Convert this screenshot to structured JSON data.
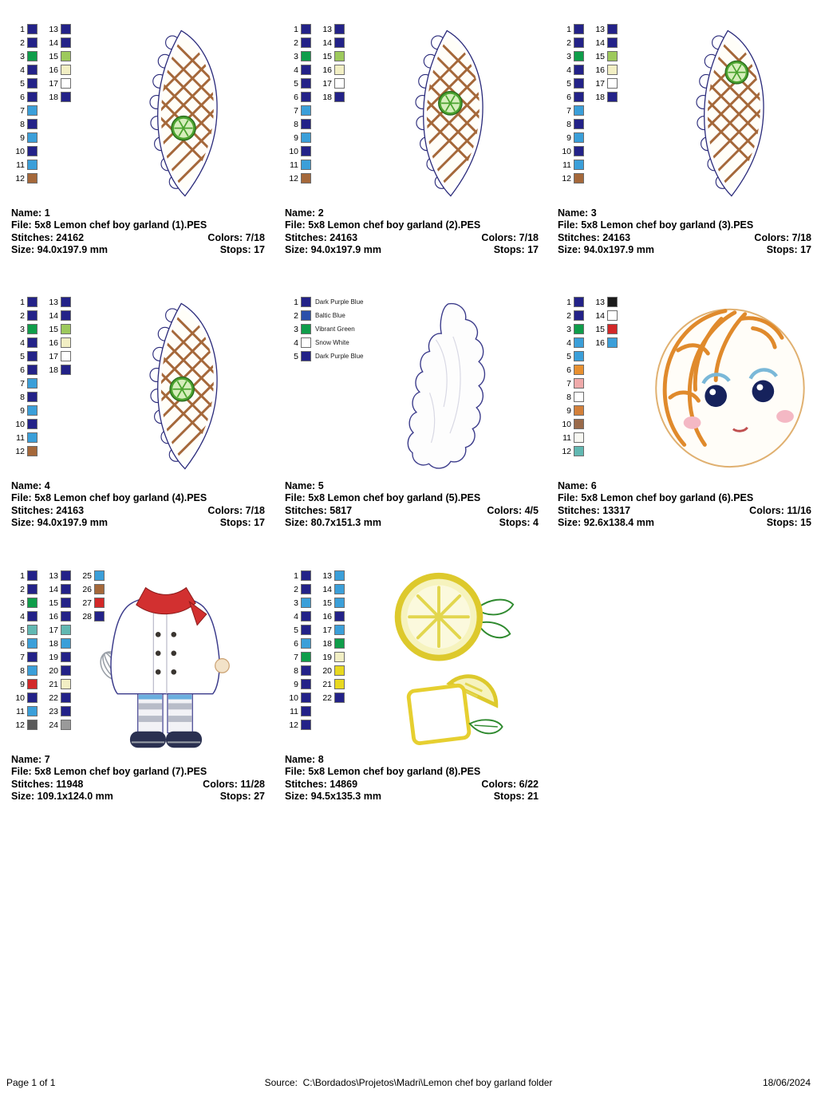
{
  "labels": {
    "name": "Name:",
    "file": "File:",
    "stitches": "Stitches:",
    "colors": "Colors:",
    "size": "Size:",
    "stops": "Stops:"
  },
  "footer": {
    "page": "Page 1 of 1",
    "source_label": "Source:",
    "source_path": "C:\\Bordados\\Projetos\\Madri\\Lemon chef boy garland folder",
    "date": "18/06/2024"
  },
  "designs": [
    {
      "name": "1",
      "file": "5x8 Lemon chef boy garland (1).PES",
      "stitches": "24162",
      "colors": "7/18",
      "size": "94.0x197.9 mm",
      "stops": "17",
      "thumbnail": "garland-segment-lattice-lime",
      "palette": [
        {
          "n": 1,
          "c": "#232288"
        },
        {
          "n": 2,
          "c": "#232288"
        },
        {
          "n": 3,
          "c": "#0f9d4a"
        },
        {
          "n": 4,
          "c": "#232288"
        },
        {
          "n": 5,
          "c": "#232288"
        },
        {
          "n": 6,
          "c": "#232288"
        },
        {
          "n": 7,
          "c": "#3b9fd9"
        },
        {
          "n": 8,
          "c": "#232288"
        },
        {
          "n": 9,
          "c": "#3b9fd9"
        },
        {
          "n": 10,
          "c": "#232288"
        },
        {
          "n": 11,
          "c": "#3b9fd9"
        },
        {
          "n": 12,
          "c": "#a5683a"
        },
        {
          "n": 13,
          "c": "#232288"
        },
        {
          "n": 14,
          "c": "#232288"
        },
        {
          "n": 15,
          "c": "#9dc95c"
        },
        {
          "n": 16,
          "c": "#f2efc4"
        },
        {
          "n": 17,
          "c": "#ffffff"
        },
        {
          "n": 18,
          "c": "#232288"
        }
      ]
    },
    {
      "name": "2",
      "file": "5x8 Lemon chef boy garland (2).PES",
      "stitches": "24163",
      "colors": "7/18",
      "size": "94.0x197.9 mm",
      "stops": "17",
      "thumbnail": "garland-segment-lattice-lime",
      "palette": [
        {
          "n": 1,
          "c": "#232288"
        },
        {
          "n": 2,
          "c": "#232288"
        },
        {
          "n": 3,
          "c": "#0f9d4a"
        },
        {
          "n": 4,
          "c": "#232288"
        },
        {
          "n": 5,
          "c": "#232288"
        },
        {
          "n": 6,
          "c": "#232288"
        },
        {
          "n": 7,
          "c": "#3b9fd9"
        },
        {
          "n": 8,
          "c": "#232288"
        },
        {
          "n": 9,
          "c": "#3b9fd9"
        },
        {
          "n": 10,
          "c": "#232288"
        },
        {
          "n": 11,
          "c": "#3b9fd9"
        },
        {
          "n": 12,
          "c": "#a5683a"
        },
        {
          "n": 13,
          "c": "#232288"
        },
        {
          "n": 14,
          "c": "#232288"
        },
        {
          "n": 15,
          "c": "#9dc95c"
        },
        {
          "n": 16,
          "c": "#f2efc4"
        },
        {
          "n": 17,
          "c": "#ffffff"
        },
        {
          "n": 18,
          "c": "#232288"
        }
      ]
    },
    {
      "name": "3",
      "file": "5x8 Lemon chef boy garland (3).PES",
      "stitches": "24163",
      "colors": "7/18",
      "size": "94.0x197.9 mm",
      "stops": "17",
      "thumbnail": "garland-segment-lattice-lime",
      "palette": [
        {
          "n": 1,
          "c": "#232288"
        },
        {
          "n": 2,
          "c": "#232288"
        },
        {
          "n": 3,
          "c": "#0f9d4a"
        },
        {
          "n": 4,
          "c": "#232288"
        },
        {
          "n": 5,
          "c": "#232288"
        },
        {
          "n": 6,
          "c": "#232288"
        },
        {
          "n": 7,
          "c": "#3b9fd9"
        },
        {
          "n": 8,
          "c": "#232288"
        },
        {
          "n": 9,
          "c": "#3b9fd9"
        },
        {
          "n": 10,
          "c": "#232288"
        },
        {
          "n": 11,
          "c": "#3b9fd9"
        },
        {
          "n": 12,
          "c": "#a5683a"
        },
        {
          "n": 13,
          "c": "#232288"
        },
        {
          "n": 14,
          "c": "#232288"
        },
        {
          "n": 15,
          "c": "#9dc95c"
        },
        {
          "n": 16,
          "c": "#f2efc4"
        },
        {
          "n": 17,
          "c": "#ffffff"
        },
        {
          "n": 18,
          "c": "#232288"
        }
      ]
    },
    {
      "name": "4",
      "file": "5x8 Lemon chef boy garland (4).PES",
      "stitches": "24163",
      "colors": "7/18",
      "size": "94.0x197.9 mm",
      "stops": "17",
      "thumbnail": "garland-segment-lattice-lime",
      "palette": [
        {
          "n": 1,
          "c": "#232288"
        },
        {
          "n": 2,
          "c": "#232288"
        },
        {
          "n": 3,
          "c": "#0f9d4a"
        },
        {
          "n": 4,
          "c": "#232288"
        },
        {
          "n": 5,
          "c": "#232288"
        },
        {
          "n": 6,
          "c": "#232288"
        },
        {
          "n": 7,
          "c": "#3b9fd9"
        },
        {
          "n": 8,
          "c": "#232288"
        },
        {
          "n": 9,
          "c": "#3b9fd9"
        },
        {
          "n": 10,
          "c": "#232288"
        },
        {
          "n": 11,
          "c": "#3b9fd9"
        },
        {
          "n": 12,
          "c": "#a5683a"
        },
        {
          "n": 13,
          "c": "#232288"
        },
        {
          "n": 14,
          "c": "#232288"
        },
        {
          "n": 15,
          "c": "#9dc95c"
        },
        {
          "n": 16,
          "c": "#f2efc4"
        },
        {
          "n": 17,
          "c": "#ffffff"
        },
        {
          "n": 18,
          "c": "#232288"
        }
      ]
    },
    {
      "name": "5",
      "file": "5x8 Lemon chef boy garland (5).PES",
      "stitches": "5817",
      "colors": "4/5",
      "size": "80.7x151.3 mm",
      "stops": "4",
      "thumbnail": "chef-hat-outline",
      "palette": [
        {
          "n": 1,
          "c": "#232288",
          "label": "Dark Purple Blue"
        },
        {
          "n": 2,
          "c": "#2b4faa",
          "label": "Baltic Blue"
        },
        {
          "n": 3,
          "c": "#0f9d4a",
          "label": "Vibrant Green"
        },
        {
          "n": 4,
          "c": "#ffffff",
          "label": "Snow White"
        },
        {
          "n": 5,
          "c": "#232288",
          "label": "Dark Purple Blue"
        }
      ]
    },
    {
      "name": "6",
      "file": "5x8 Lemon chef boy garland (6).PES",
      "stitches": "13317",
      "colors": "11/16",
      "size": "92.6x138.4 mm",
      "stops": "15",
      "thumbnail": "boy-face-orange-hair",
      "palette": [
        {
          "n": 1,
          "c": "#232288"
        },
        {
          "n": 2,
          "c": "#232288"
        },
        {
          "n": 3,
          "c": "#0f9d4a"
        },
        {
          "n": 4,
          "c": "#3b9fd9"
        },
        {
          "n": 5,
          "c": "#3b9fd9"
        },
        {
          "n": 6,
          "c": "#e89030"
        },
        {
          "n": 7,
          "c": "#efaaaa"
        },
        {
          "n": 8,
          "c": "#ffffff"
        },
        {
          "n": 9,
          "c": "#d3803a"
        },
        {
          "n": 10,
          "c": "#9a6a4a"
        },
        {
          "n": 11,
          "c": "#f8f8f2"
        },
        {
          "n": 12,
          "c": "#62b8b2"
        },
        {
          "n": 13,
          "c": "#1a1a1a"
        },
        {
          "n": 14,
          "c": "#ffffff"
        },
        {
          "n": 15,
          "c": "#d22828"
        },
        {
          "n": 16,
          "c": "#3b9fd9"
        }
      ]
    },
    {
      "name": "7",
      "file": "5x8 Lemon chef boy garland (7).PES",
      "stitches": "11948",
      "colors": "11/28",
      "size": "109.1x124.0 mm",
      "stops": "27",
      "thumbnail": "chef-uniform-whisk",
      "palette": [
        {
          "n": 1,
          "c": "#232288"
        },
        {
          "n": 2,
          "c": "#232288"
        },
        {
          "n": 3,
          "c": "#0f9d4a"
        },
        {
          "n": 4,
          "c": "#232288"
        },
        {
          "n": 5,
          "c": "#62b8b2"
        },
        {
          "n": 6,
          "c": "#3b9fd9"
        },
        {
          "n": 7,
          "c": "#232288"
        },
        {
          "n": 8,
          "c": "#3b9fd9"
        },
        {
          "n": 9,
          "c": "#d22828"
        },
        {
          "n": 10,
          "c": "#232288"
        },
        {
          "n": 11,
          "c": "#3b9fd9"
        },
        {
          "n": 12,
          "c": "#5a5a5a"
        },
        {
          "n": 13,
          "c": "#232288"
        },
        {
          "n": 14,
          "c": "#232288"
        },
        {
          "n": 15,
          "c": "#232288"
        },
        {
          "n": 16,
          "c": "#232288"
        },
        {
          "n": 17,
          "c": "#62b8b2"
        },
        {
          "n": 18,
          "c": "#3b9fd9"
        },
        {
          "n": 19,
          "c": "#232288"
        },
        {
          "n": 20,
          "c": "#232288"
        },
        {
          "n": 21,
          "c": "#f2efc4"
        },
        {
          "n": 22,
          "c": "#232288"
        },
        {
          "n": 23,
          "c": "#232288"
        },
        {
          "n": 24,
          "c": "#9a9a9a"
        },
        {
          "n": 25,
          "c": "#3b9fd9"
        },
        {
          "n": 26,
          "c": "#a5683a"
        },
        {
          "n": 27,
          "c": "#d22828"
        },
        {
          "n": 28,
          "c": "#232288"
        }
      ]
    },
    {
      "name": "8",
      "file": "5x8 Lemon chef boy garland (8).PES",
      "stitches": "14869",
      "colors": "6/22",
      "size": "94.5x135.3 mm",
      "stops": "21",
      "thumbnail": "lemon-slice-and-wedge",
      "palette": [
        {
          "n": 1,
          "c": "#232288"
        },
        {
          "n": 2,
          "c": "#232288"
        },
        {
          "n": 3,
          "c": "#3b9fd9"
        },
        {
          "n": 4,
          "c": "#232288"
        },
        {
          "n": 5,
          "c": "#232288"
        },
        {
          "n": 6,
          "c": "#3b9fd9"
        },
        {
          "n": 7,
          "c": "#0f9d4a"
        },
        {
          "n": 8,
          "c": "#232288"
        },
        {
          "n": 9,
          "c": "#232288"
        },
        {
          "n": 10,
          "c": "#232288"
        },
        {
          "n": 11,
          "c": "#232288"
        },
        {
          "n": 12,
          "c": "#232288"
        },
        {
          "n": 13,
          "c": "#3b9fd9"
        },
        {
          "n": 14,
          "c": "#3b9fd9"
        },
        {
          "n": 15,
          "c": "#3b9fd9"
        },
        {
          "n": 16,
          "c": "#232288"
        },
        {
          "n": 17,
          "c": "#3b9fd9"
        },
        {
          "n": 18,
          "c": "#0f9d4a"
        },
        {
          "n": 19,
          "c": "#f2efc4"
        },
        {
          "n": 20,
          "c": "#e8d820"
        },
        {
          "n": 21,
          "c": "#e8d820"
        },
        {
          "n": 22,
          "c": "#232288"
        }
      ]
    }
  ]
}
